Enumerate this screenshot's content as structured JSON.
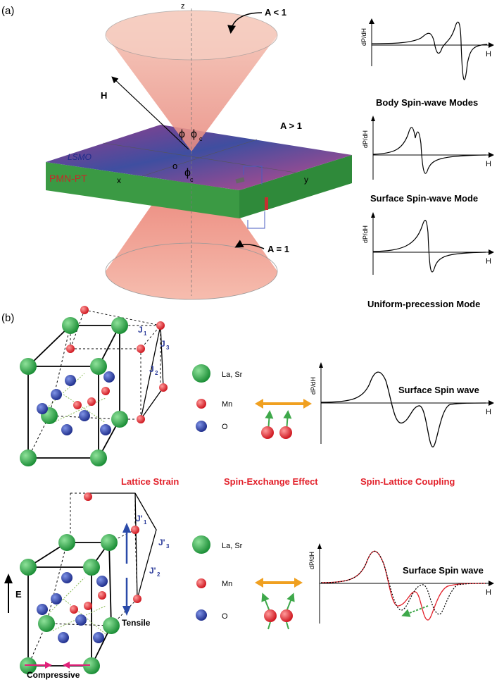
{
  "panels": {
    "a": {
      "label": "(a)",
      "axes": {
        "z": "z",
        "x": "x",
        "y": "y",
        "origin": "o"
      },
      "vector_label": "H",
      "angles": {
        "phi": "ϕ",
        "phi_c": "ϕ",
        "phi_c_sub": "c",
        "phi_c_lower": "ϕ",
        "phi_c_lower_sub": "c"
      },
      "film_label": "LSMO",
      "substrate_label": "PMN-PT",
      "annotations": {
        "top_cone": "A < 1",
        "middle": "A > 1",
        "bottom_cone": "A = 1"
      },
      "spectra": [
        {
          "ylabel": "dP/dH",
          "xlabel": "H",
          "title": "Body Spin-wave Modes"
        },
        {
          "ylabel": "dP/dH",
          "xlabel": "H",
          "title": "Surface Spin-wave Mode"
        },
        {
          "ylabel": "dP/dH",
          "xlabel": "H",
          "title": "Uniform-precession Mode"
        }
      ]
    },
    "b": {
      "label": "(b)",
      "exchange_top": [
        "J",
        "1",
        "J",
        "3",
        "J",
        "2"
      ],
      "exchange_bottom": [
        "J'",
        "1",
        "J'",
        "3",
        "J'",
        "2"
      ],
      "legend": [
        {
          "label": "La, Sr",
          "color": "#22a244"
        },
        {
          "label": "Mn",
          "color": "#e2202a"
        },
        {
          "label": "O",
          "color": "#233a9c"
        }
      ],
      "section_titles": [
        "Lattice Strain",
        "Spin-Exchange Effect",
        "Spin-Lattice Coupling"
      ],
      "spectra": [
        {
          "ylabel": "dP/dH",
          "xlabel": "H",
          "title": "Surface Spin wave"
        },
        {
          "ylabel": "dP/dH",
          "xlabel": "H",
          "title": "Surface Spin wave"
        }
      ],
      "field_label": "E",
      "tensile_label": "Tensile",
      "compressive_label": "Compressive"
    }
  },
  "colors": {
    "accent_red": "#e2202a",
    "arrow_orange": "#f0a020",
    "spin_green": "#3ea84a",
    "film_green": "#3b9a44",
    "cone": "#f3a39a"
  }
}
